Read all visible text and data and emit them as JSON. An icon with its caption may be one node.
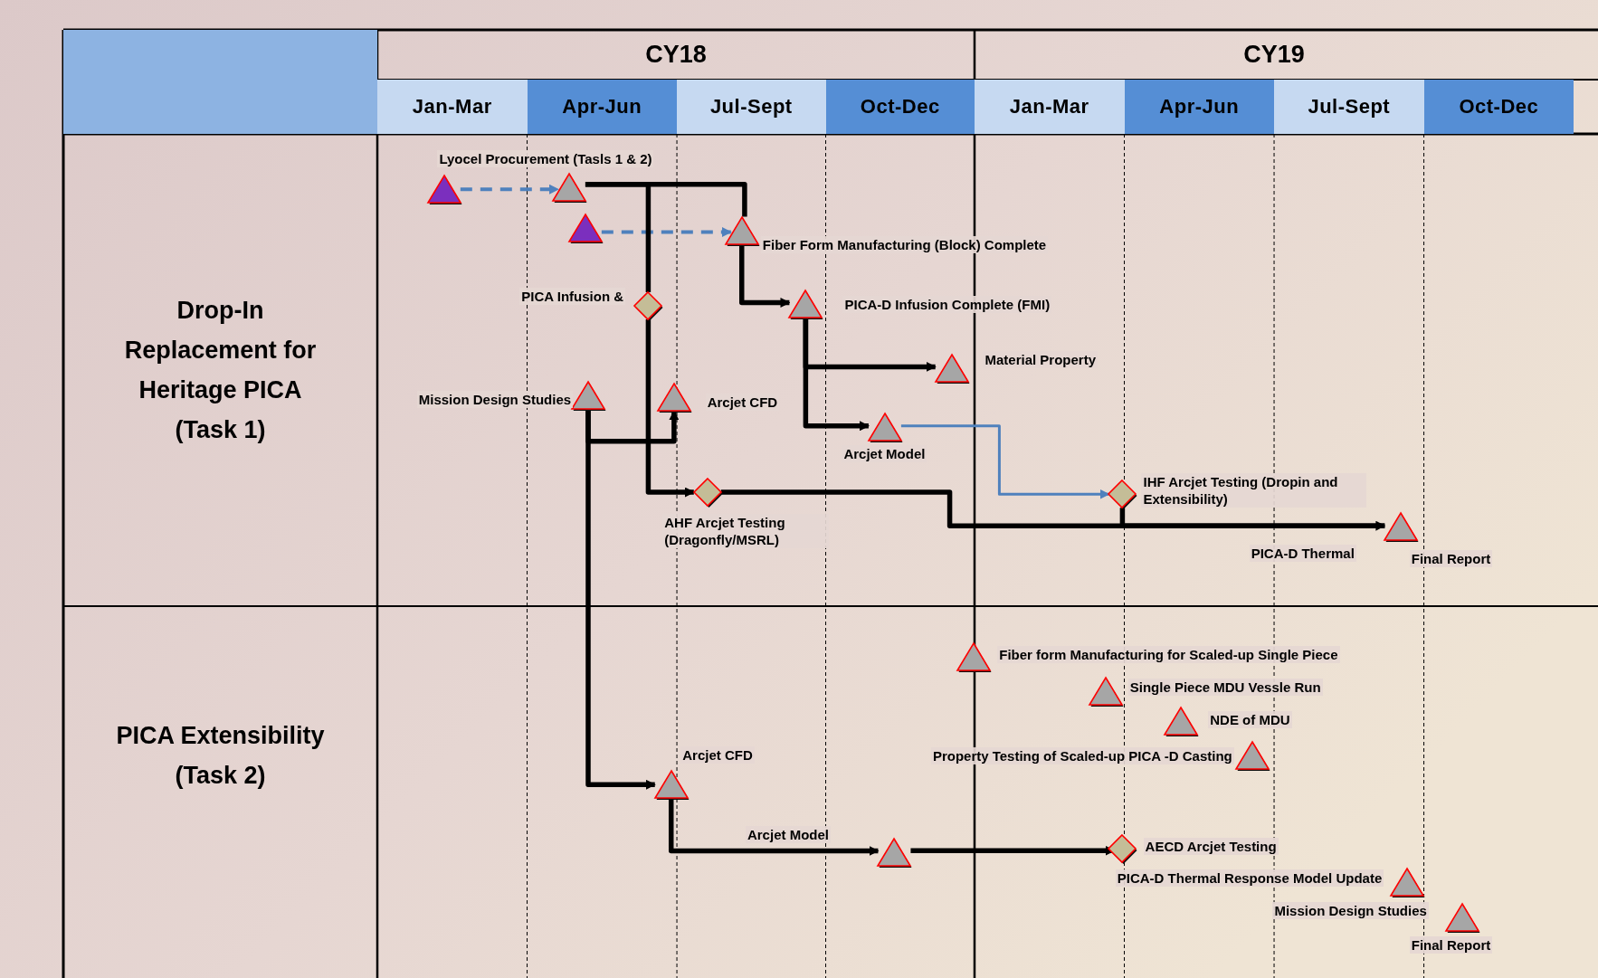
{
  "diagram": {
    "nodes": [
      {
        "text": [],
        "shape": "triangle"
      },
      {
        "text": [],
        "shape": "triangle",
        "beside": [
          "Lyocel Procurement (Tasls 1 & 2)"
        ]
      },
      {
        "text": [],
        "shape": "triangle"
      },
      {
        "text": [],
        "shape": "triangle",
        "beside": [
          "Fiber Form Manufacturing (Block) Complete"
        ]
      },
      {
        "text": [],
        "shape": "diamond",
        "beside": [
          "PICA Infusion &"
        ]
      },
      {
        "text": [],
        "shape": "triangle",
        "beside": [
          "PICA-D Infusion Complete (FMI)"
        ]
      },
      {
        "text": [],
        "shape": "triangle",
        "beside": [
          "Material Property"
        ]
      },
      {
        "text": [],
        "shape": "triangle",
        "beside": [
          "Mission Design Studies"
        ]
      },
      {
        "text": [],
        "shape": "triangle",
        "beside": [
          "Arcjet CFD"
        ]
      },
      {
        "text": [],
        "shape": "triangle",
        "beside": [
          "Arcjet Model"
        ]
      },
      {
        "text": [],
        "shape": "diamond",
        "beside": [
          "AHF Arcjet Testing (Dragonfly/MSRL)"
        ]
      },
      {
        "text": [],
        "shape": "diamond",
        "beside": [
          "IHF Arcjet Testing (Dropin and Extensibility)"
        ]
      },
      {
        "text": [],
        "shape": "triangle",
        "beside": [
          "PICA-D Thermal",
          "Final Report"
        ]
      },
      {
        "text": [],
        "shape": "triangle",
        "beside": [
          "Fiber form Manufacturing for Scaled-up Single Piece"
        ]
      },
      {
        "text": [],
        "shape": "triangle",
        "beside": [
          "Single Piece MDU Vessle Run"
        ]
      },
      {
        "text": [],
        "shape": "triangle",
        "beside": [
          "NDE of MDU"
        ]
      },
      {
        "text": [],
        "shape": "triangle",
        "beside": [
          "Property Testing of Scaled-up PICA -D Casting"
        ]
      },
      {
        "text": [],
        "shape": "triangle",
        "beside": [
          "Arcjet CFD"
        ]
      },
      {
        "text": [],
        "shape": "triangle",
        "beside": [
          "Arcjet Model"
        ]
      },
      {
        "text": [],
        "shape": "diamond",
        "beside": [
          "AECD Arcjet Testing"
        ]
      },
      {
        "text": [],
        "shape": "triangle",
        "beside": [
          "PICA-D Thermal Response Model Update"
        ]
      },
      {
        "text": [],
        "shape": "triangle",
        "beside": [
          "Final Report"
        ]
      }
    ],
    "edges": [
      {
        "from": 0,
        "to": 1,
        "arrow": "to",
        "style": "dashed",
        "color": "#4f81bd"
      },
      {
        "from": 2,
        "to": 3,
        "arrow": "to",
        "style": "dashed",
        "color": "#4f81bd"
      },
      {
        "from": 1,
        "to": 3,
        "arrow": "none"
      },
      {
        "from": 1,
        "to": 4,
        "arrow": "none"
      },
      {
        "from": 3,
        "to": 5,
        "arrow": "to"
      },
      {
        "from": 4,
        "to": 10,
        "arrow": "to"
      },
      {
        "from": 5,
        "to": 6,
        "arrow": "to"
      },
      {
        "from": 5,
        "to": 9,
        "arrow": "to"
      },
      {
        "from": 7,
        "to": 8,
        "arrow": "to"
      },
      {
        "from": 7,
        "to": 17,
        "arrow": "to"
      },
      {
        "from": 9,
        "to": 11,
        "arrow": "to",
        "color": "#4f81bd"
      },
      {
        "from": 10,
        "to": 12,
        "arrow": "to"
      },
      {
        "from": 11,
        "to": 12,
        "arrow": "none"
      },
      {
        "from": 17,
        "to": 18,
        "arrow": "to"
      },
      {
        "from": 18,
        "to": 19,
        "arrow": "to"
      }
    ],
    "labels": [
      "CY18",
      "CY19",
      "Jan-Mar",
      "Apr-Jun",
      "Jul-Sept",
      "Oct-Dec",
      "Jan-Mar",
      "Apr-Jun",
      "Jul-Sept",
      "Oct-Dec",
      "Drop-In Replacement for Heritage PICA (Task 1)",
      "PICA Extensibility (Task 2)",
      "Mission Design Studies"
    ]
  }
}
